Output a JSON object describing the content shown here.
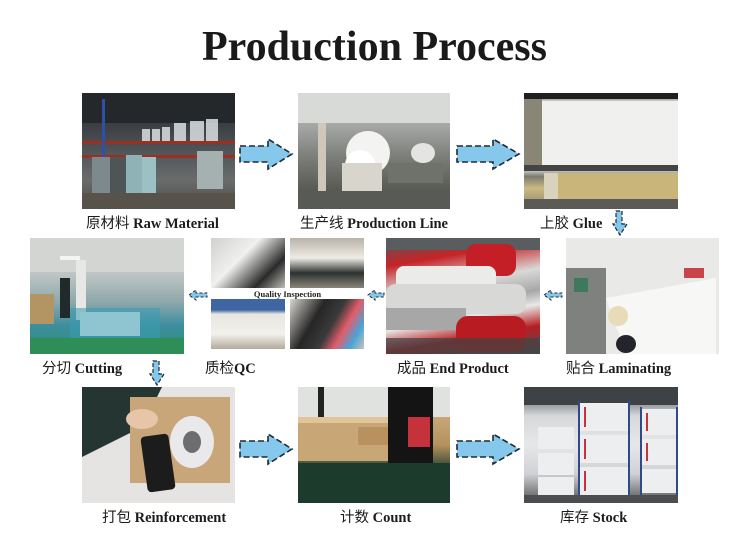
{
  "title": "Production Process",
  "steps": [
    {
      "id": "raw",
      "cn": "原材料",
      "en": "Raw Material",
      "photo": "warehouse rolls of raw material on pallets"
    },
    {
      "id": "line",
      "cn": "生产线",
      "en": "Production Line",
      "photo": "production line machines with white rolls"
    },
    {
      "id": "glue",
      "cn": "上胶",
      "en": "Glue",
      "photo": "glue coating roller with white film"
    },
    {
      "id": "lam",
      "cn": "贴合",
      "en": "Laminating",
      "photo": "laminating machine with white film"
    },
    {
      "id": "end",
      "cn": "成品",
      "en": "End Product",
      "photo": "red and white finished rolls"
    },
    {
      "id": "qc",
      "cn": "质检",
      "en": "QC",
      "photo": "quality inspection collage"
    },
    {
      "id": "cut",
      "cn": "分切",
      "en": "Cutting",
      "photo": "cutting machine with white rolls"
    },
    {
      "id": "rein",
      "cn": "打包",
      "en": "Reinforcement",
      "photo": "packing roll into cardboard box"
    },
    {
      "id": "count",
      "cn": "计数",
      "en": "Count",
      "photo": "worker counting boxes on pallet"
    },
    {
      "id": "stock",
      "cn": "库存",
      "en": "Stock",
      "photo": "warehouse racks of stock"
    }
  ],
  "qc_collage": {
    "label": "Quality Inspection",
    "photos": [
      "thickness gauge test",
      "digital scale weighing",
      "tensile test chamber",
      "printer color test"
    ]
  },
  "arrows": [
    {
      "from": "raw",
      "to": "line",
      "direction": "right",
      "style": "dashed-outline"
    },
    {
      "from": "line",
      "to": "glue",
      "direction": "right",
      "style": "dashed-outline"
    },
    {
      "from": "glue",
      "to": "lam",
      "direction": "down",
      "style": "small"
    },
    {
      "from": "lam",
      "to": "end",
      "direction": "left",
      "style": "small"
    },
    {
      "from": "end",
      "to": "qc",
      "direction": "left",
      "style": "small"
    },
    {
      "from": "qc",
      "to": "cut",
      "direction": "left",
      "style": "small"
    },
    {
      "from": "cut",
      "to": "rein",
      "direction": "down",
      "style": "small"
    },
    {
      "from": "rein",
      "to": "count",
      "direction": "right",
      "style": "dashed-outline"
    },
    {
      "from": "count",
      "to": "stock",
      "direction": "right",
      "style": "dashed-outline"
    }
  ],
  "colors": {
    "arrow_fill": "#86c8ec",
    "arrow_outline": "#1f2a33",
    "title": "#1a1a1a",
    "caption": "#1c1c1c"
  }
}
